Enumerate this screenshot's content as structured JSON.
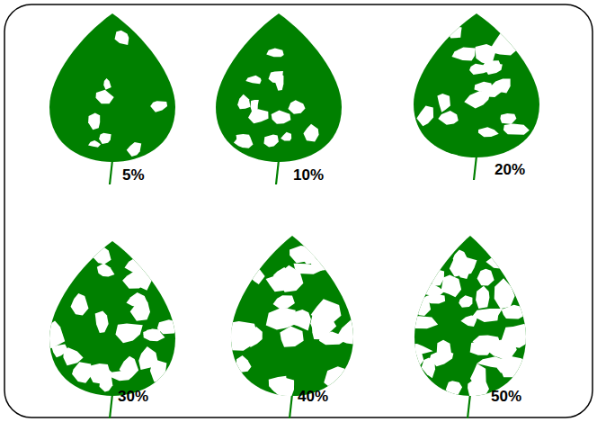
{
  "diagram": {
    "labels": [
      "5%",
      "10%",
      "20%",
      "30%",
      "40%",
      "50%"
    ]
  }
}
